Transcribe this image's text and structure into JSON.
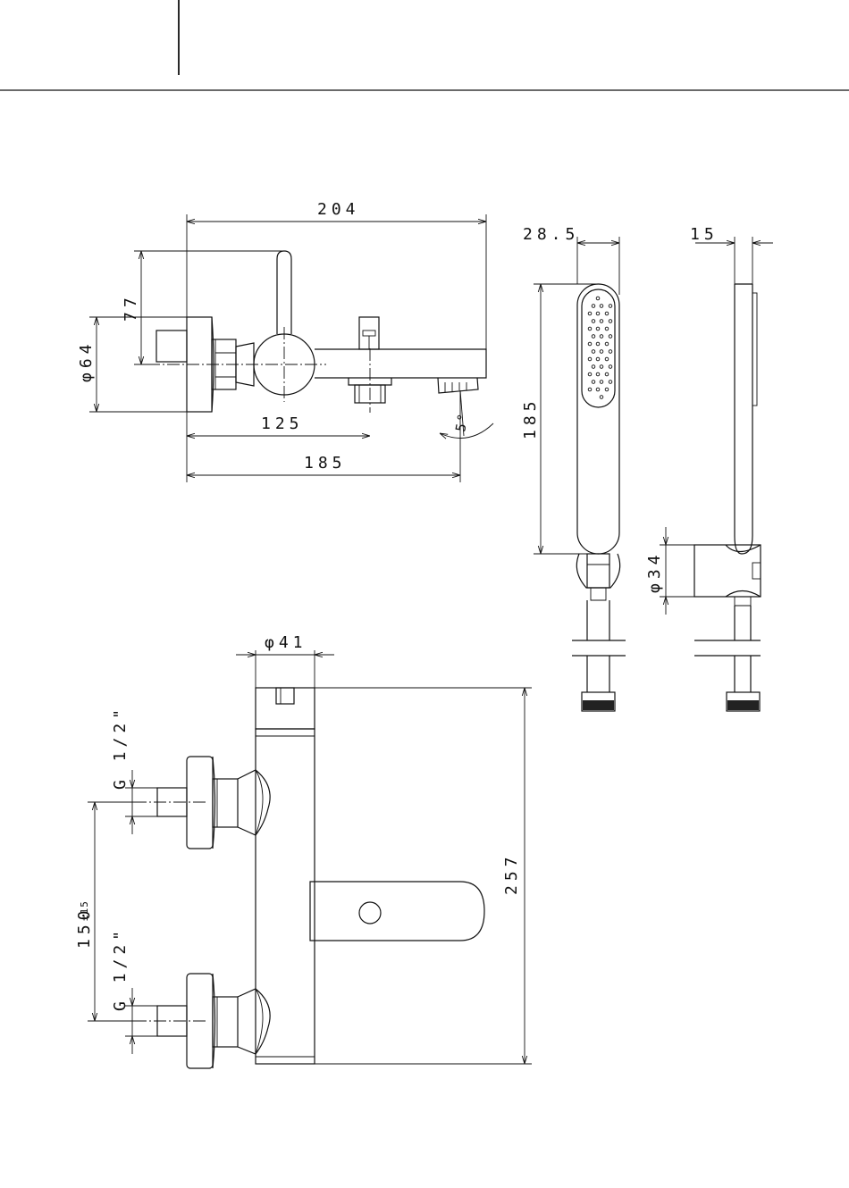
{
  "dimensions": {
    "overall_length": "204",
    "spout_offset": "185",
    "diverter_offset": "125",
    "rosette_diameter": "φ64",
    "lever_height": "77",
    "spout_angle": "5°",
    "handshower_width": "28.5",
    "handshower_length": "185",
    "handshower_thickness": "15",
    "holder_diameter": "φ34",
    "body_diameter": "φ41",
    "body_height": "257",
    "centers": "150",
    "centers_tolerance": "±15",
    "thread_top": "G 1/2\"",
    "thread_bottom": "G 1/2\""
  }
}
